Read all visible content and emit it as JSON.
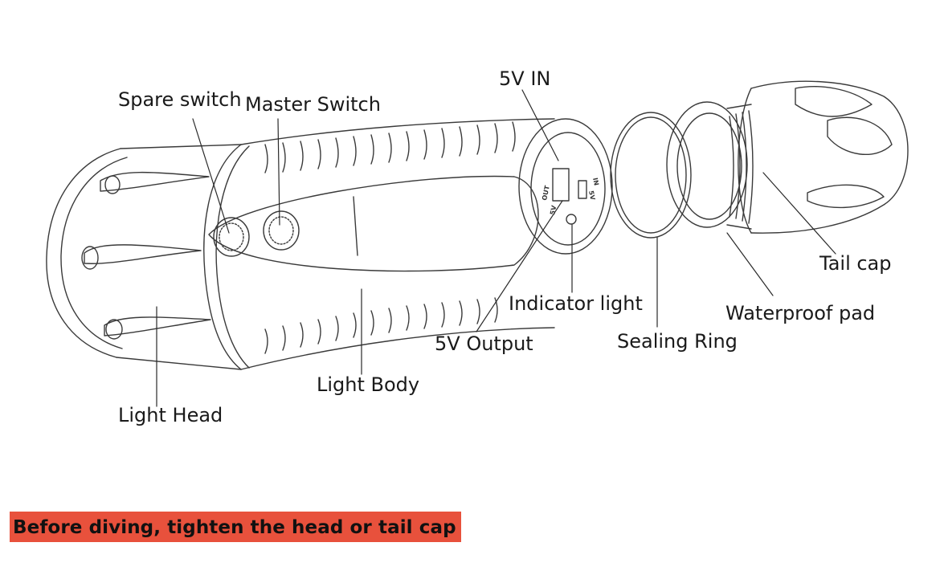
{
  "labels": {
    "spare_switch": "Spare switch",
    "master_switch": "Master Switch",
    "five_v_in": "5V IN",
    "tail_cap": "Tail cap",
    "indicator_light": "Indicator light",
    "waterproof_pad": "Waterproof pad",
    "five_v_output": "5V Output",
    "sealing_ring": "Sealing Ring",
    "light_body": "Light Body",
    "light_head": "Light Head"
  },
  "port_markings": {
    "out": "OUT",
    "five_v_left": "5V",
    "in": "IN",
    "five_v_right": "5V"
  },
  "banner": {
    "text": "Before diving, tighten the head or tail cap",
    "color": "#e8513c"
  },
  "colors": {
    "line": "#3a3a3a",
    "fill": "#ffffff"
  }
}
